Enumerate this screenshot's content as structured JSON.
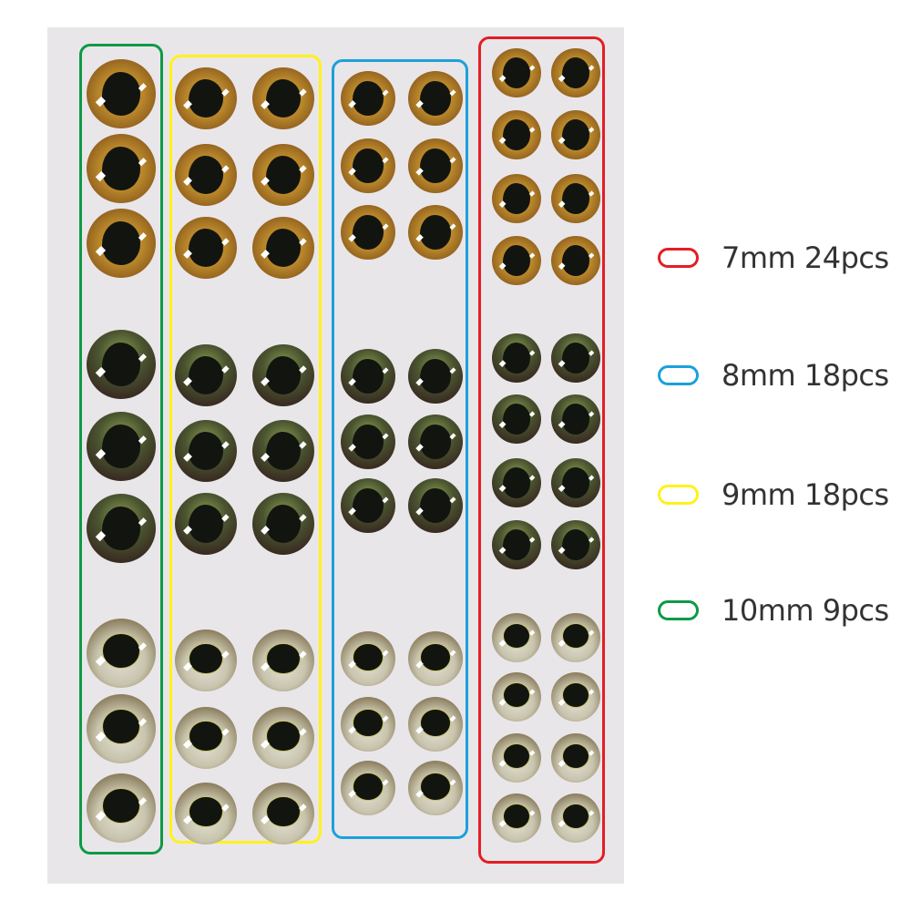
{
  "legend": [
    {
      "label": "7mm 24pcs",
      "color": "#e31e24",
      "size_mm": 7,
      "count": 24
    },
    {
      "label": "8mm 18pcs",
      "color": "#1ba1db",
      "size_mm": 8,
      "count": 18
    },
    {
      "label": "9mm 18pcs",
      "color": "#fff21a",
      "size_mm": 9,
      "count": 18
    },
    {
      "label": "10mm 9pcs",
      "color": "#0d9a46",
      "size_mm": 10,
      "count": 9
    }
  ],
  "groups": [
    {
      "id": "10mm",
      "color": "#0d9a46",
      "columns": 1,
      "rows_per_style": 3,
      "styles": [
        "brown",
        "dark",
        "pale"
      ]
    },
    {
      "id": "9mm",
      "color": "#fff21a",
      "columns": 2,
      "rows_per_style": 3,
      "styles": [
        "brown",
        "dark",
        "pale"
      ]
    },
    {
      "id": "8mm",
      "color": "#1ba1db",
      "columns": 2,
      "rows_per_style": 3,
      "styles": [
        "brown",
        "dark",
        "pale"
      ]
    },
    {
      "id": "7mm",
      "color": "#e31e24",
      "columns": 2,
      "rows_per_style": 4,
      "styles": [
        "brown",
        "dark",
        "pale"
      ]
    }
  ]
}
